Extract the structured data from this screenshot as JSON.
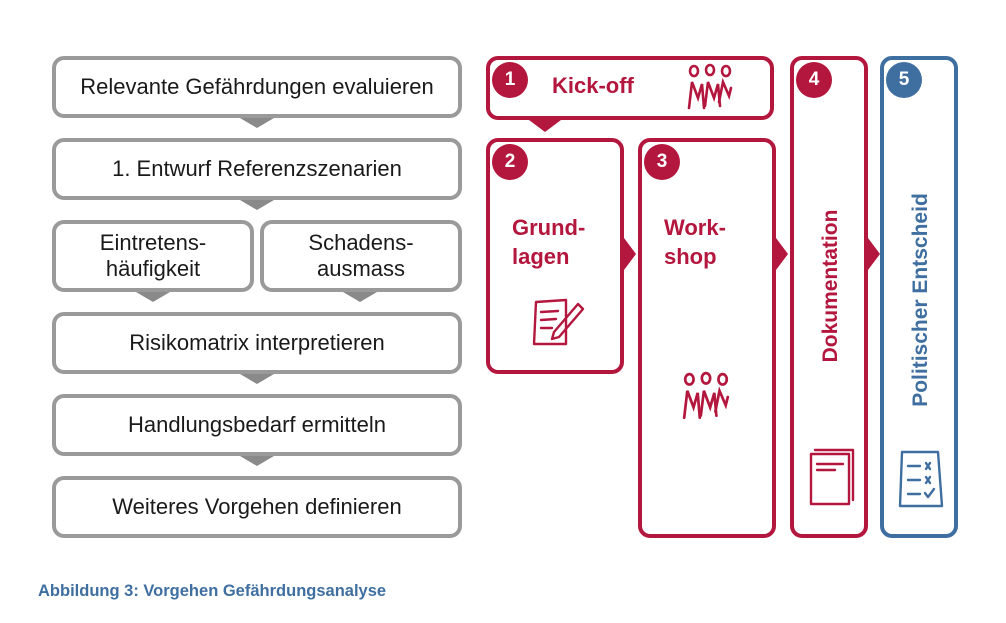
{
  "process_steps": {
    "step1": "Relevante Gefährdungen evaluieren",
    "step2": "1. Entwurf Referenzszenarien",
    "step3a": "Eintretens-\nhäufigkeit",
    "step3b": "Schadens-\nausmass",
    "step4": "Risikomatrix interpretieren",
    "step5": "Handlungsbedarf ermitteln",
    "step6": "Weiteres Vorgehen definieren"
  },
  "phases": [
    {
      "number": "1",
      "title": "Kick-off",
      "icon": "people-icon"
    },
    {
      "number": "2",
      "title": "Grund-\nlagen",
      "icon": "document-pen-icon"
    },
    {
      "number": "3",
      "title": "Work-\nshop",
      "icon": "people-icon"
    },
    {
      "number": "4",
      "title": "Dokumentation",
      "icon": "report-icon"
    },
    {
      "number": "5",
      "title": "Politischer Entscheid",
      "icon": "checklist-icon"
    }
  ],
  "colors": {
    "crimson": "#b4173d",
    "blue": "#3f6fa0",
    "gray_border": "#9a9a9a"
  },
  "caption": "Abbildung 3: Vorgehen Gefährdungsanalyse"
}
